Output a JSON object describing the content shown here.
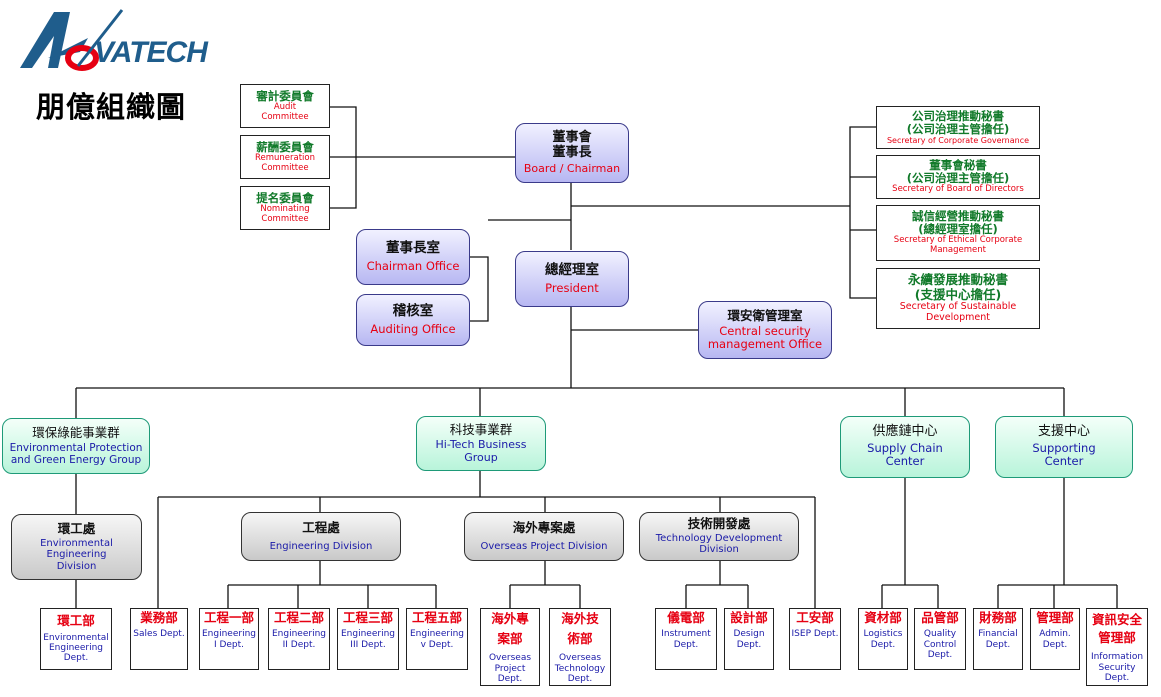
{
  "logo": {
    "text": "VATECH"
  },
  "title": "朋億組織圖",
  "committees": [
    {
      "zh": "審計委員會",
      "en": "Audit Committee"
    },
    {
      "zh": "薪酬委員會",
      "en": "Remuneration Committee"
    },
    {
      "zh": "提名委員會",
      "en": "Nominating Committee"
    }
  ],
  "board": {
    "zh1": "董事會",
    "zh2": "董事長",
    "en": "Board / Chairman"
  },
  "chairman_office": {
    "zh": "董事長室",
    "en": "Chairman Office"
  },
  "auditing_office": {
    "zh": "稽核室",
    "en": "Auditing Office"
  },
  "president": {
    "zh": "總經理室",
    "en": "President"
  },
  "security_office": {
    "zh": "環安衛管理室",
    "en1": "Central security",
    "en2": "management Office"
  },
  "secretaries": [
    {
      "zh1": "公司治理推動秘書",
      "zh2": "(公司治理主管擔任)",
      "en": "Secretary of Corporate Governance"
    },
    {
      "zh1": "董事會秘書",
      "zh2": "(公司治理主管擔任)",
      "en": "Secretary of Board of Directors"
    },
    {
      "zh1": "誠信經營推動秘書",
      "zh2": "(總經理室擔任)",
      "en": "Secretary of Ethical Corporate Management"
    },
    {
      "zh1": "永續發展推動秘書",
      "zh2": "(支援中心擔任)",
      "en": "Secretary of Sustainable Development"
    }
  ],
  "groups": [
    {
      "zh": "環保綠能事業群",
      "en": "Environmental Protection and Green Energy Group"
    },
    {
      "zh": "科技事業群",
      "en": "Hi-Tech Business Group"
    },
    {
      "zh": "供應鏈中心",
      "en": "Supply Chain Center"
    },
    {
      "zh": "支援中心",
      "en": "Supporting Center"
    }
  ],
  "divisions": [
    {
      "zh": "環工處",
      "en": "Environmental Engineering Division"
    },
    {
      "zh": "工程處",
      "en": "Engineering Division"
    },
    {
      "zh": "海外專案處",
      "en": "Overseas Project Division"
    },
    {
      "zh": "技術開發處",
      "en": "Technology Development Division"
    }
  ],
  "depts": [
    {
      "zh": "環工部",
      "en": "Environmental Engineering Dept."
    },
    {
      "zh": "業務部",
      "en": "Sales Dept."
    },
    {
      "zh": "工程一部",
      "en": "Engineering I Dept."
    },
    {
      "zh": "工程二部",
      "en": "Engineering II Dept."
    },
    {
      "zh": "工程三部",
      "en": "Engineering III Dept."
    },
    {
      "zh": "工程五部",
      "en": "Engineering v Dept."
    },
    {
      "zh": "海外專案部",
      "en": "Overseas Project Dept."
    },
    {
      "zh": "海外技術部",
      "en": "Overseas Technology Dept."
    },
    {
      "zh": "儀電部",
      "en": "Instrument Dept."
    },
    {
      "zh": "設計部",
      "en": "Design Dept."
    },
    {
      "zh": "工安部",
      "en": "ISEP Dept."
    },
    {
      "zh": "資材部",
      "en": "Logistics Dept."
    },
    {
      "zh": "品管部",
      "en": "Quality Control Dept."
    },
    {
      "zh": "財務部",
      "en": "Financial Dept."
    },
    {
      "zh": "管理部",
      "en": "Admin. Dept."
    },
    {
      "zh": "資訊安全管理部",
      "en": "Information Security Dept."
    }
  ],
  "colors": {
    "red": "#e60012",
    "blue": "#1a1aa8",
    "purple": "#b7b7f2",
    "teal": "#b8f4da",
    "grey": "#c9c9c9"
  }
}
